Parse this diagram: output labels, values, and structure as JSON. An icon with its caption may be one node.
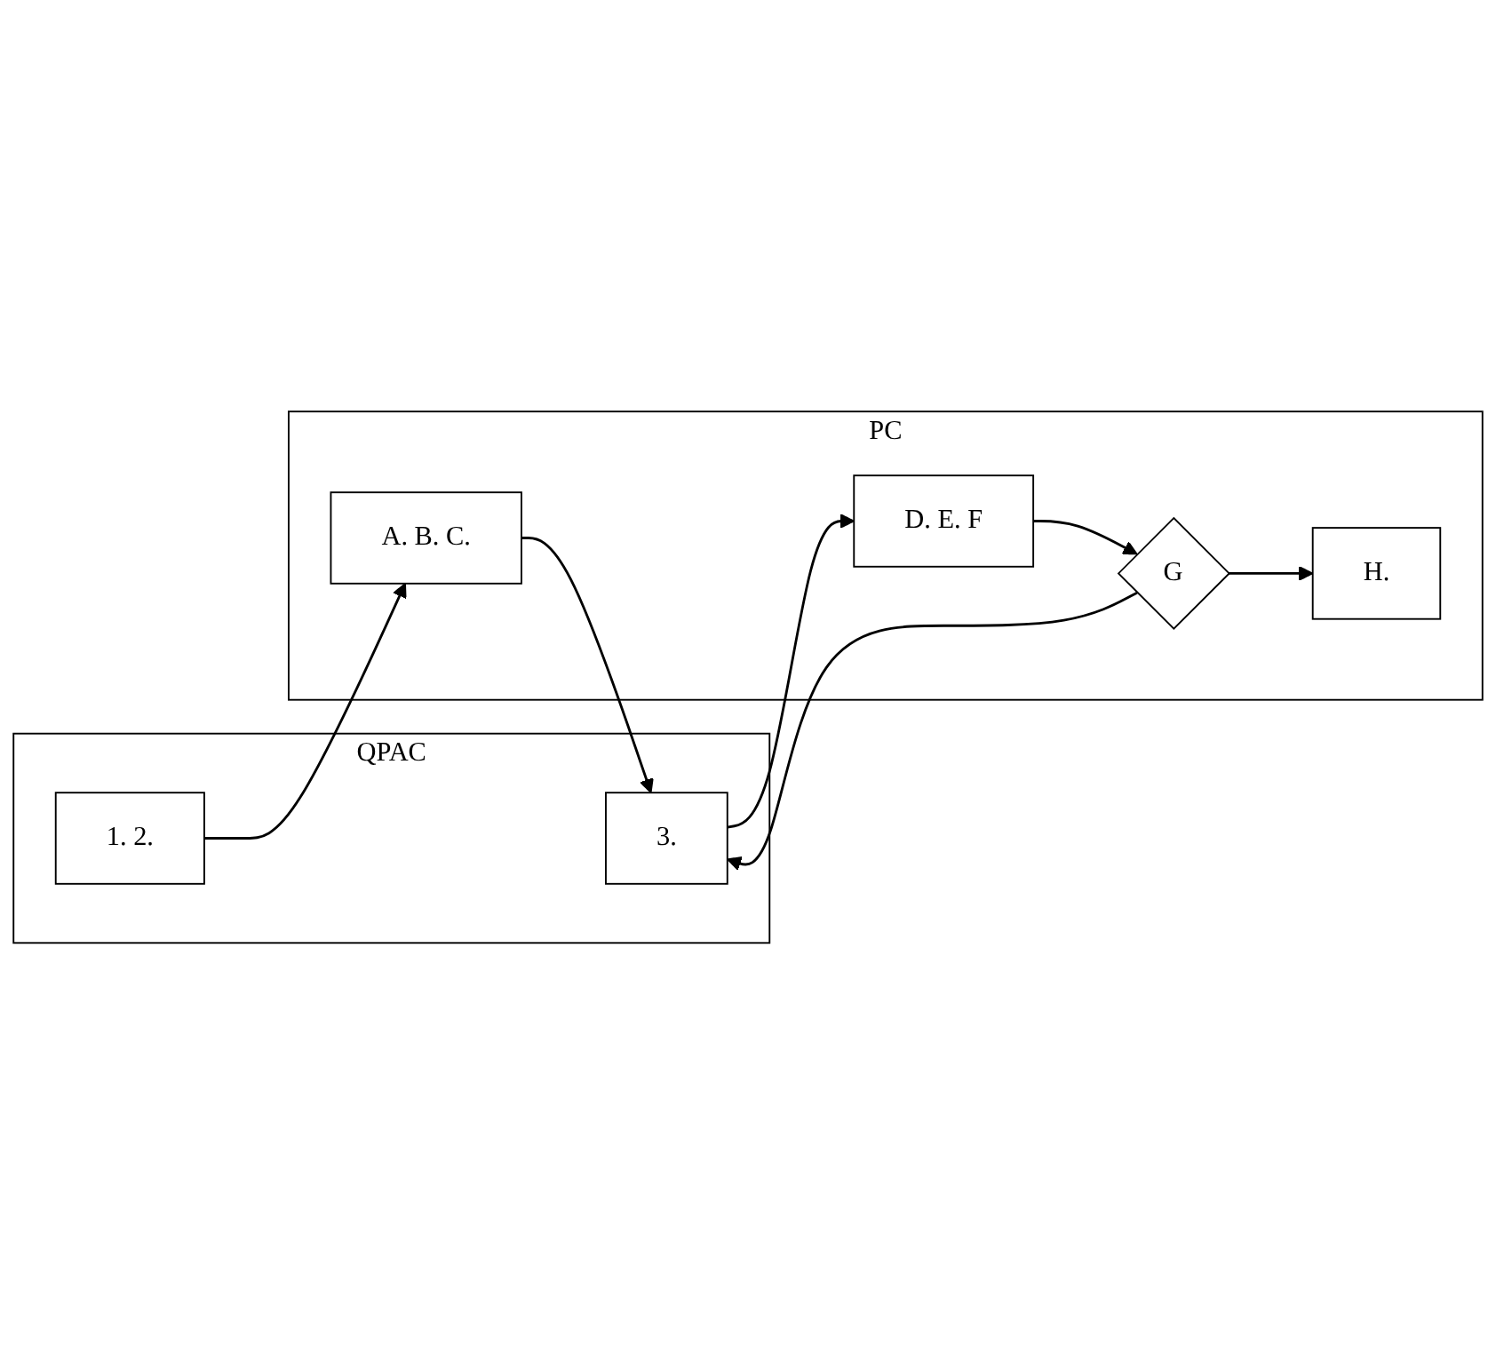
{
  "diagram": {
    "nodes": [
      {
        "text": [
          "QPAC"
        ]
      },
      {
        "text": [
          "PC"
        ]
      },
      {
        "text": [
          "1. 2."
        ],
        "in": 0
      },
      {
        "text": [
          "A. B. C."
        ],
        "in": 1
      },
      {
        "text": [
          "3."
        ],
        "in": 0
      },
      {
        "text": [
          "D. E. F"
        ],
        "in": 1
      },
      {
        "text": [
          "G"
        ],
        "in": 1
      },
      {
        "text": [
          "H."
        ],
        "in": 1
      }
    ],
    "edges": [
      {
        "from": 2,
        "to": 3,
        "arrow": "to"
      },
      {
        "from": 3,
        "to": 4,
        "arrow": "to"
      },
      {
        "from": 4,
        "to": 5,
        "arrow": "to"
      },
      {
        "from": 5,
        "to": 6,
        "arrow": "to"
      },
      {
        "from": 6,
        "to": 4,
        "arrow": "to"
      },
      {
        "from": 6,
        "to": 7,
        "arrow": "to"
      }
    ]
  }
}
